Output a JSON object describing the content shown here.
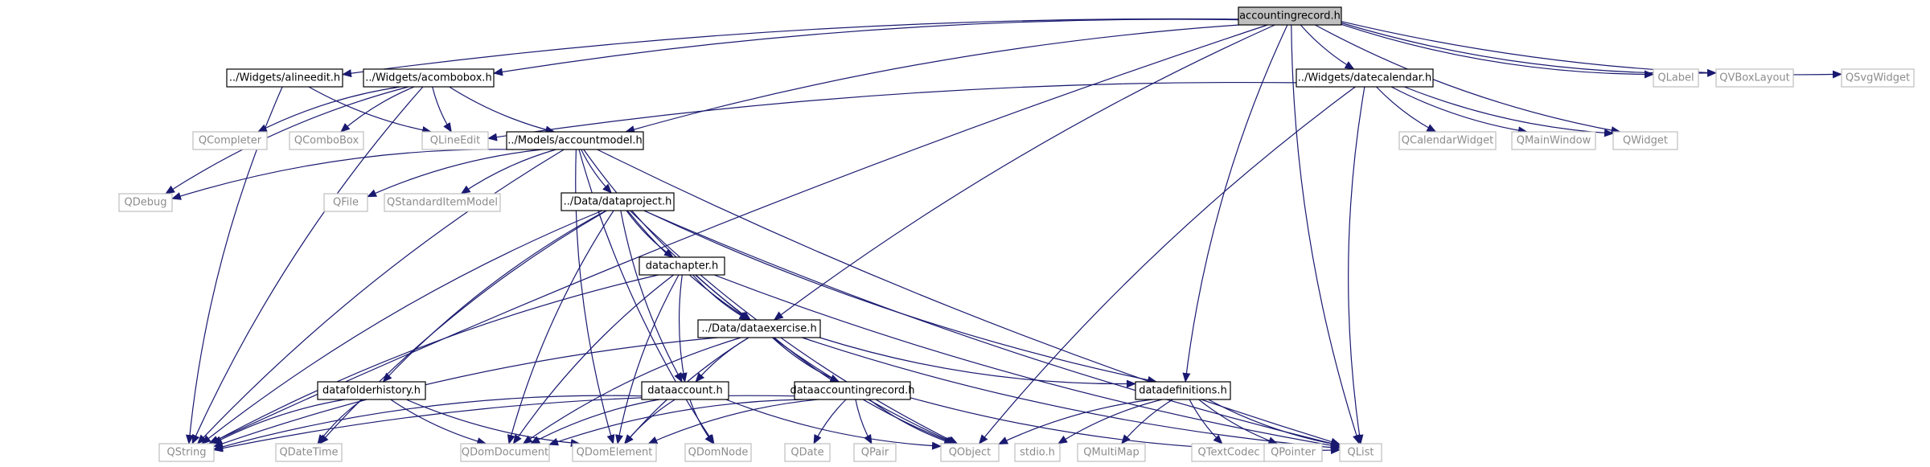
{
  "diagram": {
    "type": "include-dependency-graph",
    "colors": {
      "root_fill": "#bfbfbf",
      "node_stroke_internal": "#000000",
      "node_stroke_external": "#bfbfbf",
      "node_text_internal": "#000000",
      "node_text_external": "#8c8c8c",
      "edge": "#191970"
    },
    "nodes": [
      {
        "id": "accountingrecord",
        "label": "accountingrecord.h",
        "kind": "root"
      },
      {
        "id": "alineedit",
        "label": "../Widgets/alineedit.h",
        "kind": "internal"
      },
      {
        "id": "acombobox",
        "label": "../Widgets/acombobox.h",
        "kind": "internal"
      },
      {
        "id": "datecalendar",
        "label": "../Widgets/datecalendar.h",
        "kind": "internal"
      },
      {
        "id": "accountmodel",
        "label": "../Models/accountmodel.h",
        "kind": "internal"
      },
      {
        "id": "dataproject",
        "label": "../Data/dataproject.h",
        "kind": "internal"
      },
      {
        "id": "datachapter",
        "label": "datachapter.h",
        "kind": "internal"
      },
      {
        "id": "dataexercise",
        "label": "../Data/dataexercise.h",
        "kind": "internal"
      },
      {
        "id": "datafolderhistory",
        "label": "datafolderhistory.h",
        "kind": "internal"
      },
      {
        "id": "dataaccount",
        "label": "dataaccount.h",
        "kind": "internal"
      },
      {
        "id": "dataaccountingrecord",
        "label": "dataaccountingrecord.h",
        "kind": "internal"
      },
      {
        "id": "datadefinitions",
        "label": "datadefinitions.h",
        "kind": "internal"
      },
      {
        "id": "QLabel",
        "label": "QLabel",
        "kind": "external"
      },
      {
        "id": "QVBoxLayout",
        "label": "QVBoxLayout",
        "kind": "external"
      },
      {
        "id": "QSvgWidget",
        "label": "QSvgWidget",
        "kind": "external"
      },
      {
        "id": "QCompleter",
        "label": "QCompleter",
        "kind": "external"
      },
      {
        "id": "QComboBox",
        "label": "QComboBox",
        "kind": "external"
      },
      {
        "id": "QLineEdit",
        "label": "QLineEdit",
        "kind": "external"
      },
      {
        "id": "QCalendarWidget",
        "label": "QCalendarWidget",
        "kind": "external"
      },
      {
        "id": "QMainWindow",
        "label": "QMainWindow",
        "kind": "external"
      },
      {
        "id": "QWidget",
        "label": "QWidget",
        "kind": "external"
      },
      {
        "id": "QDebug",
        "label": "QDebug",
        "kind": "external"
      },
      {
        "id": "QFile",
        "label": "QFile",
        "kind": "external"
      },
      {
        "id": "QStandardItemModel",
        "label": "QStandardItemModel",
        "kind": "external"
      },
      {
        "id": "QString",
        "label": "QString",
        "kind": "external"
      },
      {
        "id": "QDateTime",
        "label": "QDateTime",
        "kind": "external"
      },
      {
        "id": "QDomDocument",
        "label": "QDomDocument",
        "kind": "external"
      },
      {
        "id": "QDomElement",
        "label": "QDomElement",
        "kind": "external"
      },
      {
        "id": "QDomNode",
        "label": "QDomNode",
        "kind": "external"
      },
      {
        "id": "QDate",
        "label": "QDate",
        "kind": "external"
      },
      {
        "id": "QPair",
        "label": "QPair",
        "kind": "external"
      },
      {
        "id": "QObject",
        "label": "QObject",
        "kind": "external"
      },
      {
        "id": "stdio",
        "label": "stdio.h",
        "kind": "external"
      },
      {
        "id": "QMultiMap",
        "label": "QMultiMap",
        "kind": "external"
      },
      {
        "id": "QTextCodec",
        "label": "QTextCodec",
        "kind": "external"
      },
      {
        "id": "QPointer",
        "label": "QPointer",
        "kind": "external"
      },
      {
        "id": "QList",
        "label": "QList",
        "kind": "external"
      }
    ],
    "edges": [
      [
        "accountingrecord",
        "alineedit"
      ],
      [
        "accountingrecord",
        "acombobox"
      ],
      [
        "accountingrecord",
        "datecalendar"
      ],
      [
        "accountingrecord",
        "accountmodel"
      ],
      [
        "accountingrecord",
        "dataexercise"
      ],
      [
        "accountingrecord",
        "datadefinitions"
      ],
      [
        "accountingrecord",
        "QLabel"
      ],
      [
        "accountingrecord",
        "QVBoxLayout"
      ],
      [
        "accountingrecord",
        "QSvgWidget"
      ],
      [
        "accountingrecord",
        "QWidget"
      ],
      [
        "accountingrecord",
        "QList"
      ],
      [
        "accountingrecord",
        "QString"
      ],
      [
        "alineedit",
        "QLineEdit"
      ],
      [
        "alineedit",
        "QString"
      ],
      [
        "acombobox",
        "QCompleter"
      ],
      [
        "acombobox",
        "QComboBox"
      ],
      [
        "acombobox",
        "QLineEdit"
      ],
      [
        "acombobox",
        "accountmodel"
      ],
      [
        "acombobox",
        "QDebug"
      ],
      [
        "acombobox",
        "QString"
      ],
      [
        "datecalendar",
        "QLineEdit"
      ],
      [
        "datecalendar",
        "QCalendarWidget"
      ],
      [
        "datecalendar",
        "QMainWindow"
      ],
      [
        "datecalendar",
        "QWidget"
      ],
      [
        "datecalendar",
        "QObject"
      ],
      [
        "datecalendar",
        "QList"
      ],
      [
        "accountmodel",
        "QDebug"
      ],
      [
        "accountmodel",
        "QFile"
      ],
      [
        "accountmodel",
        "QStandardItemModel"
      ],
      [
        "accountmodel",
        "dataproject"
      ],
      [
        "accountmodel",
        "dataexercise"
      ],
      [
        "accountmodel",
        "QString"
      ],
      [
        "accountmodel",
        "QDomElement"
      ],
      [
        "accountmodel",
        "QDomNode"
      ],
      [
        "accountmodel",
        "QList"
      ],
      [
        "dataproject",
        "datachapter"
      ],
      [
        "dataproject",
        "dataexercise"
      ],
      [
        "dataproject",
        "datafolderhistory"
      ],
      [
        "dataproject",
        "dataaccount"
      ],
      [
        "dataproject",
        "datadefinitions"
      ],
      [
        "dataproject",
        "QString"
      ],
      [
        "dataproject",
        "QDateTime"
      ],
      [
        "dataproject",
        "QDomDocument"
      ],
      [
        "dataproject",
        "QObject"
      ],
      [
        "dataproject",
        "QList"
      ],
      [
        "datachapter",
        "dataexercise"
      ],
      [
        "datachapter",
        "dataaccount"
      ],
      [
        "datachapter",
        "QString"
      ],
      [
        "datachapter",
        "QDomDocument"
      ],
      [
        "datachapter",
        "QDomElement"
      ],
      [
        "datachapter",
        "QObject"
      ],
      [
        "datachapter",
        "QList"
      ],
      [
        "dataexercise",
        "dataaccount"
      ],
      [
        "dataexercise",
        "dataaccountingrecord"
      ],
      [
        "dataexercise",
        "datadefinitions"
      ],
      [
        "dataexercise",
        "QString"
      ],
      [
        "dataexercise",
        "QDomDocument"
      ],
      [
        "dataexercise",
        "QDomElement"
      ],
      [
        "dataexercise",
        "QObject"
      ],
      [
        "dataexercise",
        "QList"
      ],
      [
        "datafolderhistory",
        "QString"
      ],
      [
        "datafolderhistory",
        "QDateTime"
      ],
      [
        "datafolderhistory",
        "QDomDocument"
      ],
      [
        "datafolderhistory",
        "QDomElement"
      ],
      [
        "dataaccount",
        "QString"
      ],
      [
        "dataaccount",
        "QDomDocument"
      ],
      [
        "dataaccount",
        "QDomElement"
      ],
      [
        "dataaccount",
        "QDomNode"
      ],
      [
        "dataaccount",
        "QObject"
      ],
      [
        "dataaccountingrecord",
        "QString"
      ],
      [
        "dataaccountingrecord",
        "QDomDocument"
      ],
      [
        "dataaccountingrecord",
        "QDomElement"
      ],
      [
        "dataaccountingrecord",
        "QDate"
      ],
      [
        "dataaccountingrecord",
        "QPair"
      ],
      [
        "dataaccountingrecord",
        "QObject"
      ],
      [
        "dataaccountingrecord",
        "QList"
      ],
      [
        "datadefinitions",
        "QObject"
      ],
      [
        "datadefinitions",
        "stdio"
      ],
      [
        "datadefinitions",
        "QMultiMap"
      ],
      [
        "datadefinitions",
        "QTextCodec"
      ],
      [
        "datadefinitions",
        "QPointer"
      ],
      [
        "datadefinitions",
        "QList"
      ]
    ]
  }
}
